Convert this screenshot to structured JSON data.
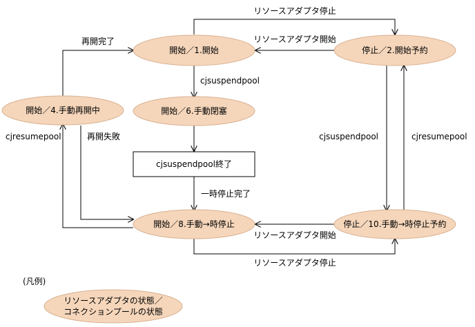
{
  "states": {
    "s1": "開始／1.開始",
    "s2": "停止／2.開始予約",
    "s4": "開始／4.手動再開中",
    "s6": "開始／6.手動閉塞",
    "s8": "開始／8.手動→時停止",
    "s10": "停止／10.手動→時停止予約"
  },
  "process_box": "cjsuspendpool終了",
  "transitions": {
    "adapter_stop_top": "リソースアダプタ停止",
    "adapter_start_top": "リソースアダプタ開始",
    "resume_done": "再開完了",
    "cjsuspendpool_1_6": "cjsuspendpool",
    "cjresumepool_left": "cjresumepool",
    "resume_failed": "再開失敗",
    "cjsuspendpool_right": "cjsuspendpool",
    "cjresumepool_right": "cjresumepool",
    "pause_done": "一時停止完了",
    "adapter_start_bottom": "リソースアダプタ開始",
    "adapter_stop_bottom": "リソースアダプタ停止"
  },
  "legend": {
    "title": "(凡例)",
    "line1": "リソースアダプタの状態／",
    "line2": "コネクションプールの状態"
  },
  "colors": {
    "state_fill": "#f5d6bb",
    "state_stroke": "#d8b090"
  }
}
